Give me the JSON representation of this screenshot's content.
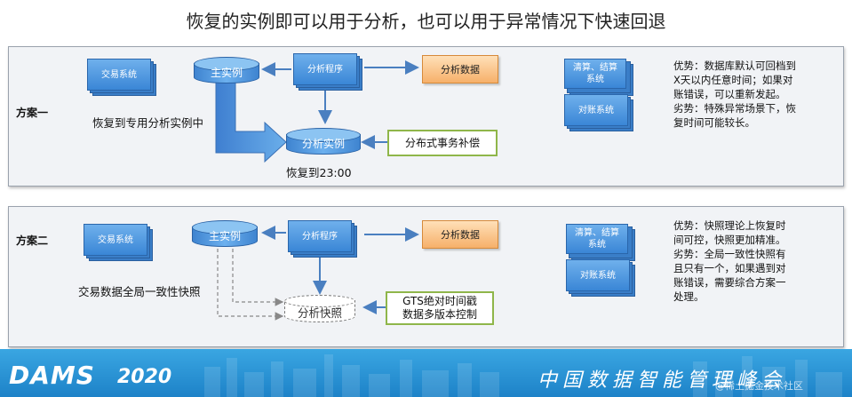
{
  "title": "恢复的实例即可以用于分析，也可以用于异常情况下快速回退",
  "scheme1": {
    "label": "方案一",
    "trade_system": "交易系统",
    "primary_instance": "主实例",
    "analysis_program": "分析程序",
    "analysis_data": "分析数据",
    "restore_caption": "恢复到专用分析实例中",
    "analysis_instance": "分析实例",
    "restore_time": "恢复到23:00",
    "compensation": "分布式事务补偿",
    "clearing": "清算、结算系统",
    "reconcile": "对账系统",
    "note": [
      "优势：数据库默认可回档到",
      "X天以内任意时间；如果对",
      "账错误，可以重新发起。",
      "劣势：特殊异常场景下，恢",
      "复时间可能较长。"
    ]
  },
  "scheme2": {
    "label": "方案二",
    "trade_system": "交易系统",
    "primary_instance": "主实例",
    "analysis_program": "分析程序",
    "analysis_data": "分析数据",
    "snapshot_caption": "交易数据全局一致性快照",
    "analysis_snapshot": "分析快照",
    "gts_line1": "GTS绝对时间戳",
    "gts_line2": "数据多版本控制",
    "clearing": "清算、结算系统",
    "reconcile": "对账系统",
    "note": [
      "优势：快照理论上恢复时",
      "间可控，快照更加精准。",
      "劣势：全局一致性快照有",
      "且只有一个，如果遇到对",
      "账错误，需要综合方案一",
      "处理。"
    ]
  },
  "banner": {
    "logo": "DAMS",
    "year": "2020",
    "conference": "中国数据智能管理峰会",
    "watermark": "@稀土掘金技术社区"
  }
}
